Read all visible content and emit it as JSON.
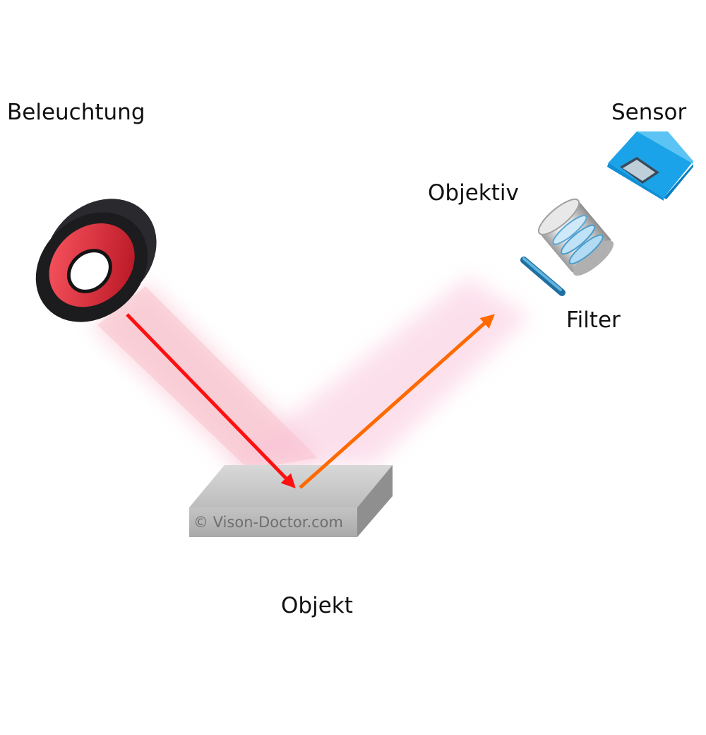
{
  "labels": {
    "illumination": "Beleuchtung",
    "sensor": "Sensor",
    "lens": "Objektiv",
    "filter": "Filter",
    "object": "Objekt"
  },
  "watermark": "© Vison-Doctor.com",
  "colors": {
    "incident_ray": "#ff1010",
    "reflected_ray": "#ff6a00",
    "light_beam": "#f7b5c8",
    "ring_light_housing": "#1c1c1e",
    "ring_light_led": "#d8202e",
    "object_block": "#b8b8b8",
    "sensor_body": "#1aa3e8",
    "filter_glass": "#3a8fc4",
    "lens_barrel": "#c8c8c8"
  },
  "icons": [
    "ring-light-icon",
    "object-block-icon",
    "filter-icon",
    "lens-icon",
    "sensor-icon"
  ]
}
